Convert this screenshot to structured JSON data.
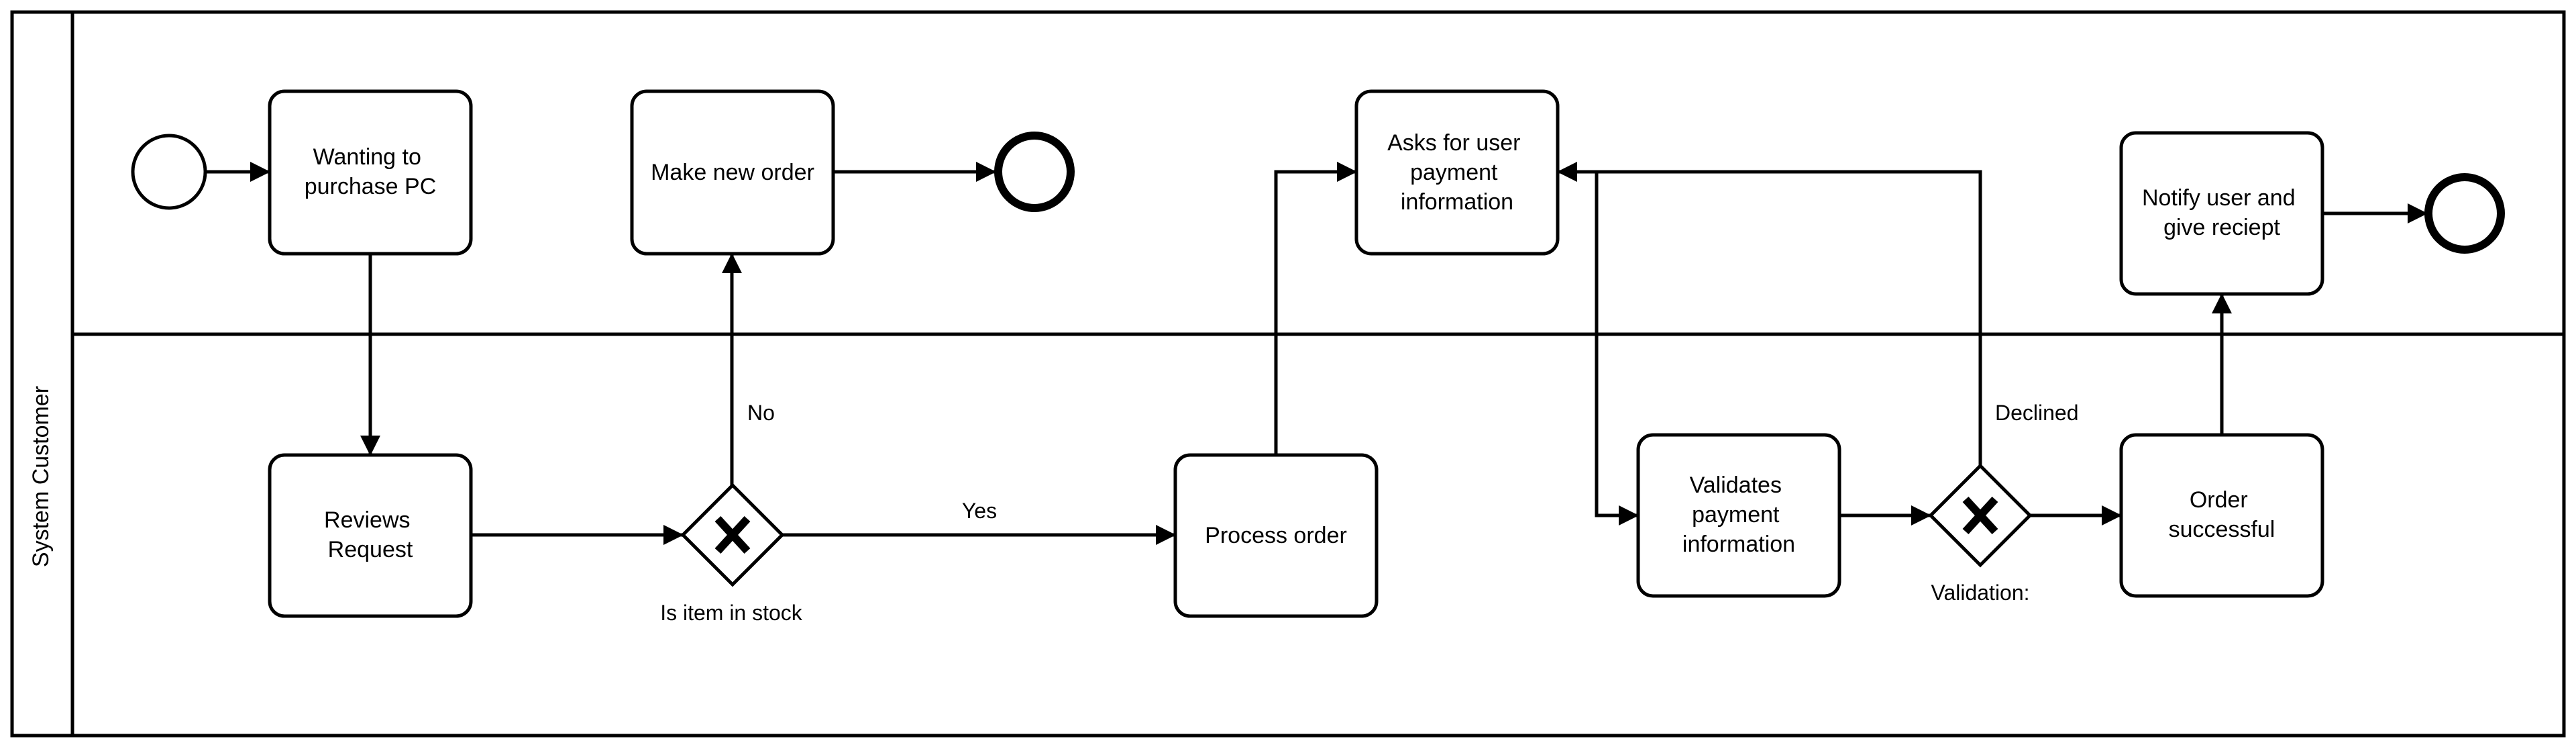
{
  "pool": {
    "label": "System Customer"
  },
  "tasks": {
    "wanting_to_purchase": [
      "Wanting to",
      "purchase PC"
    ],
    "make_new_order": [
      "Make new order"
    ],
    "asks_payment_info": [
      "Asks for user",
      "payment",
      "information"
    ],
    "notify_user": [
      "Notify user and",
      "give reciept"
    ],
    "reviews_request": [
      "Reviews",
      "Request"
    ],
    "process_order": [
      "Process order"
    ],
    "validates_payment": [
      "Validates",
      "payment",
      "information"
    ],
    "order_successful": [
      "Order",
      "successful"
    ]
  },
  "gateways": {
    "stock_check": {
      "label": "Is item in stock"
    },
    "validation": {
      "label": "Validation:"
    }
  },
  "flow_labels": {
    "no": "No",
    "yes": "Yes",
    "declined": "Declined"
  },
  "colors": {
    "stroke": "#000000",
    "fill": "#ffffff"
  }
}
